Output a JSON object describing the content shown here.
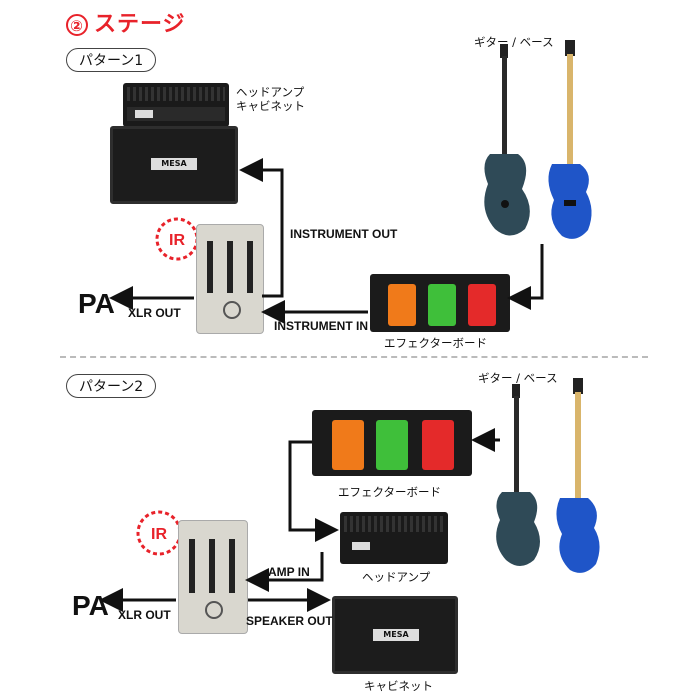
{
  "title": {
    "number": "②",
    "text": "ステージ"
  },
  "pattern1": {
    "label": "パターン1",
    "amp_label_line1": "ヘッドアンプ",
    "amp_label_line2": "キャビネット",
    "guitar_label": "ギター / ベース",
    "instrument_out": "INSTRUMENT OUT",
    "instrument_in": "INSTRUMENT IN",
    "xlr_out": "XLR OUT",
    "pa": "PA",
    "board_label": "エフェクターボード",
    "ir_badge": "IR",
    "cab_brand": "MESA"
  },
  "pattern2": {
    "label": "パターン2",
    "guitar_label": "ギター / ベース",
    "board_label": "エフェクターボード",
    "amp_in": "AMP IN",
    "head_label": "ヘッドアンプ",
    "speaker_out": "SPEAKER OUT",
    "xlr_out": "XLR OUT",
    "pa": "PA",
    "cab_label": "キャビネット",
    "ir_badge": "IR",
    "cab_brand": "MESA"
  },
  "colors": {
    "accent": "#e8222a",
    "pedal_orange": "#f07a1a",
    "pedal_green": "#3fbf3a",
    "pedal_red": "#e42a2a",
    "guitar_body": "#2f4a57",
    "bass_body": "#1f55c8"
  },
  "icons": [
    "ir-badge-icon",
    "arrow-icon",
    "guitar-icon",
    "bass-icon",
    "pedal-icon",
    "amp-head-icon",
    "cabinet-icon",
    "di-box-icon"
  ]
}
